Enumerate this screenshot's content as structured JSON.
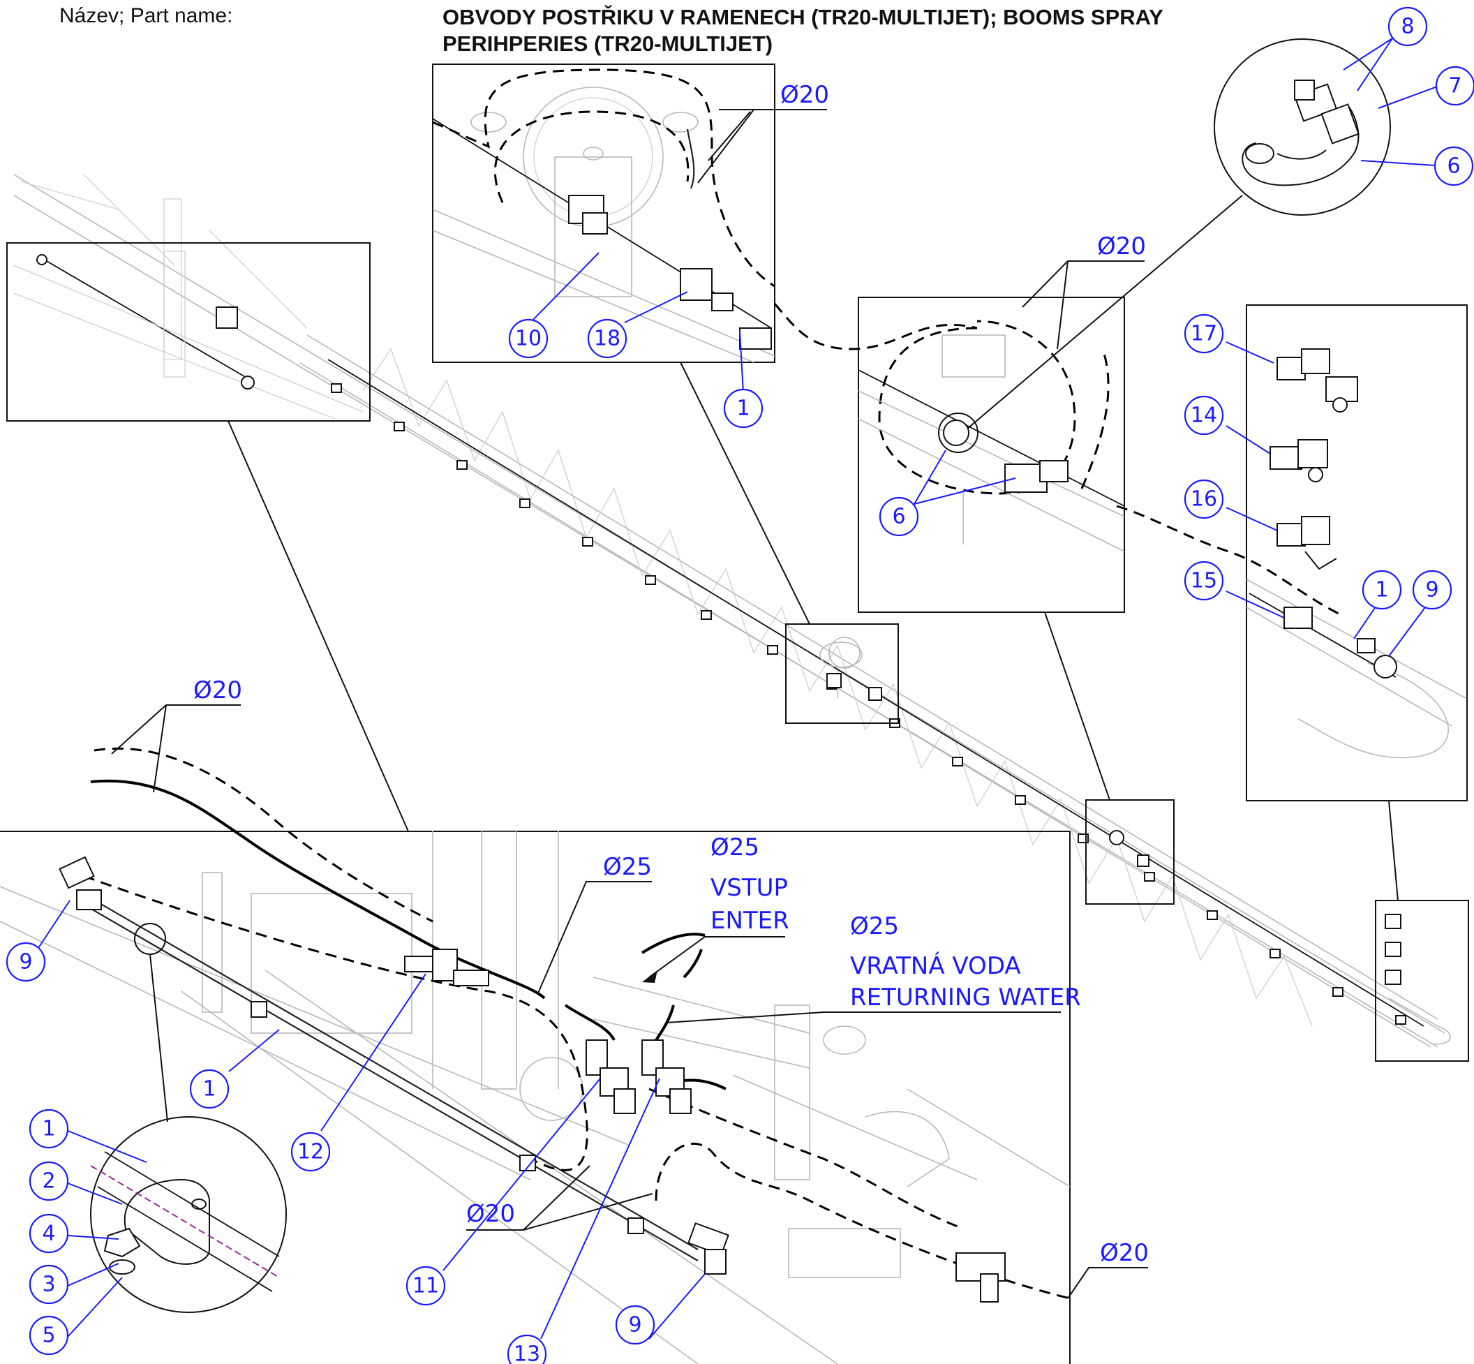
{
  "header": {
    "label": "Název; Part name:",
    "title_line1": "OBVODY POSTŘIKU V RAMENECH (TR20-MULTIJET); BOOMS SPRAY",
    "title_line2": "PERIHPERIES (TR20-MULTIJET)"
  },
  "dimensions": {
    "d20": "Ø20",
    "d25": "Ø25"
  },
  "annotations": {
    "vstup": "VSTUP",
    "enter": "ENTER",
    "vratna_voda": "VRATNÁ VODA",
    "returning_water": "RETURNING WATER"
  },
  "part_numbers": [
    "1",
    "2",
    "3",
    "4",
    "5",
    "6",
    "7",
    "8",
    "9",
    "10",
    "11",
    "12",
    "13",
    "14",
    "15",
    "16",
    "17",
    "18"
  ],
  "colors": {
    "callout": "#1a1aff",
    "outline": "#111111",
    "background_drawing": "#b8b8b8",
    "axis_line": "#9b2a9b"
  }
}
